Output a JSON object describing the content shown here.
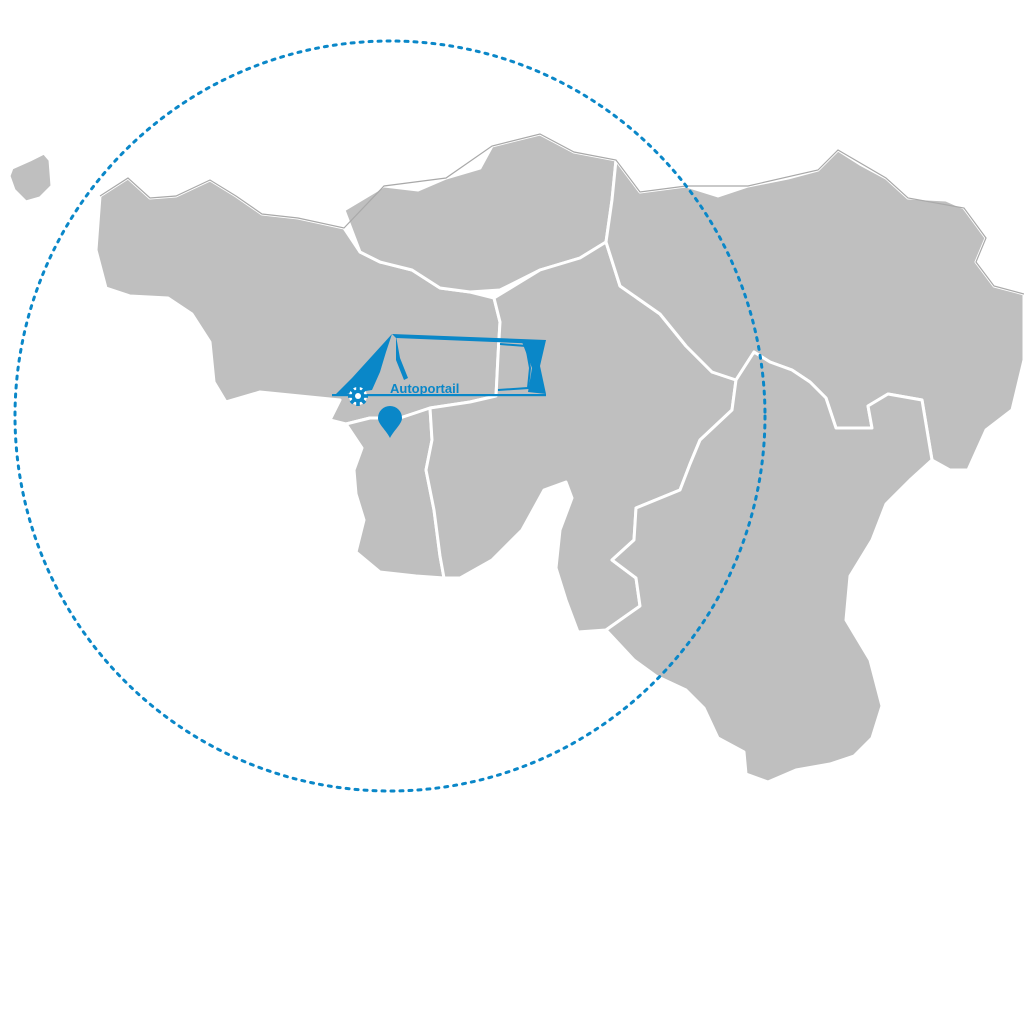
{
  "map": {
    "region_colors": {
      "land": "#bfbfbf",
      "borders": "#ffffff",
      "accent": "#0a87c8"
    },
    "provinces": [
      {
        "name": "",
        "id": "hainaut"
      },
      {
        "name": "",
        "id": "brabant-wallon"
      },
      {
        "name": "",
        "id": "namur"
      },
      {
        "name": "",
        "id": "liege"
      },
      {
        "name": "",
        "id": "luxembourg"
      }
    ],
    "service_radius": {
      "visible": true,
      "style": "dotted"
    },
    "location_marker": {
      "icon": "map-pin-icon"
    },
    "logo": {
      "text": "Autoportail",
      "icon": "gear-icon"
    }
  }
}
